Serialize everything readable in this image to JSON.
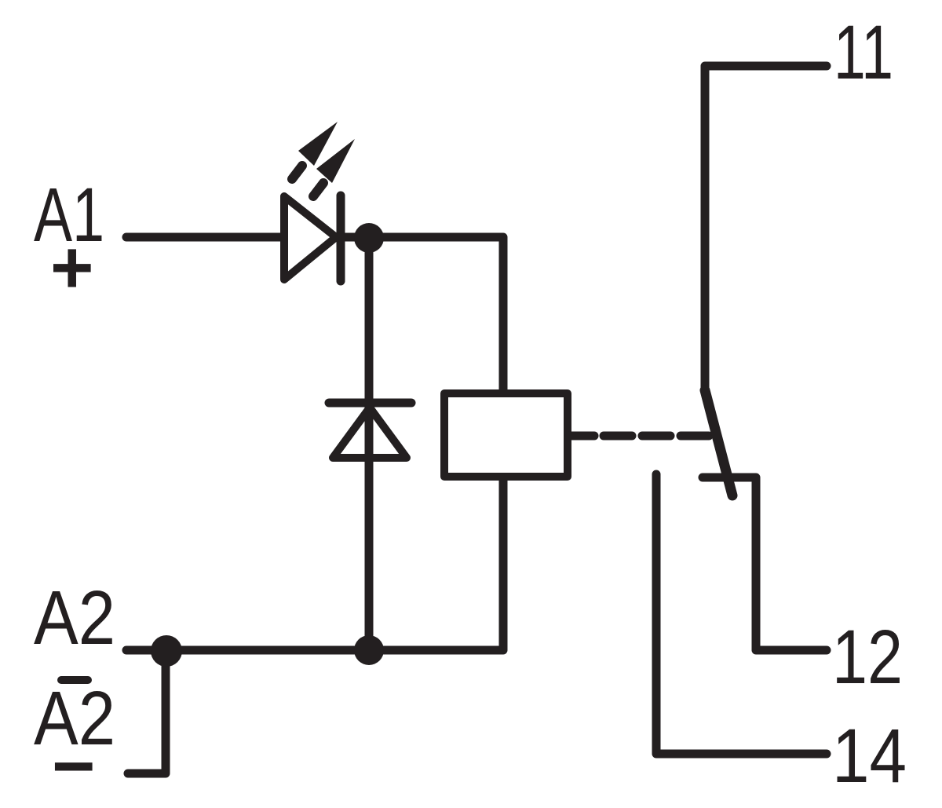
{
  "diagram": {
    "kind": "relay-module-schematic",
    "background_color": "#ffffff",
    "ink_color": "#231f20",
    "terminals": {
      "a1": {
        "label": "A1",
        "polarity": "+"
      },
      "a2": {
        "label": "A2"
      },
      "a2bar": {
        "label": "A2",
        "overline": true,
        "polarity": "−"
      },
      "c11": {
        "label": "11"
      },
      "c12": {
        "label": "12"
      },
      "c14": {
        "label": "14"
      }
    },
    "symbols": [
      "led-diode-icon",
      "light-emission-arrows-icon",
      "freewheeling-diode-icon",
      "relay-coil-icon",
      "mechanical-link-dashed-icon",
      "changeover-contact-icon",
      "junction-dot-icon"
    ]
  }
}
